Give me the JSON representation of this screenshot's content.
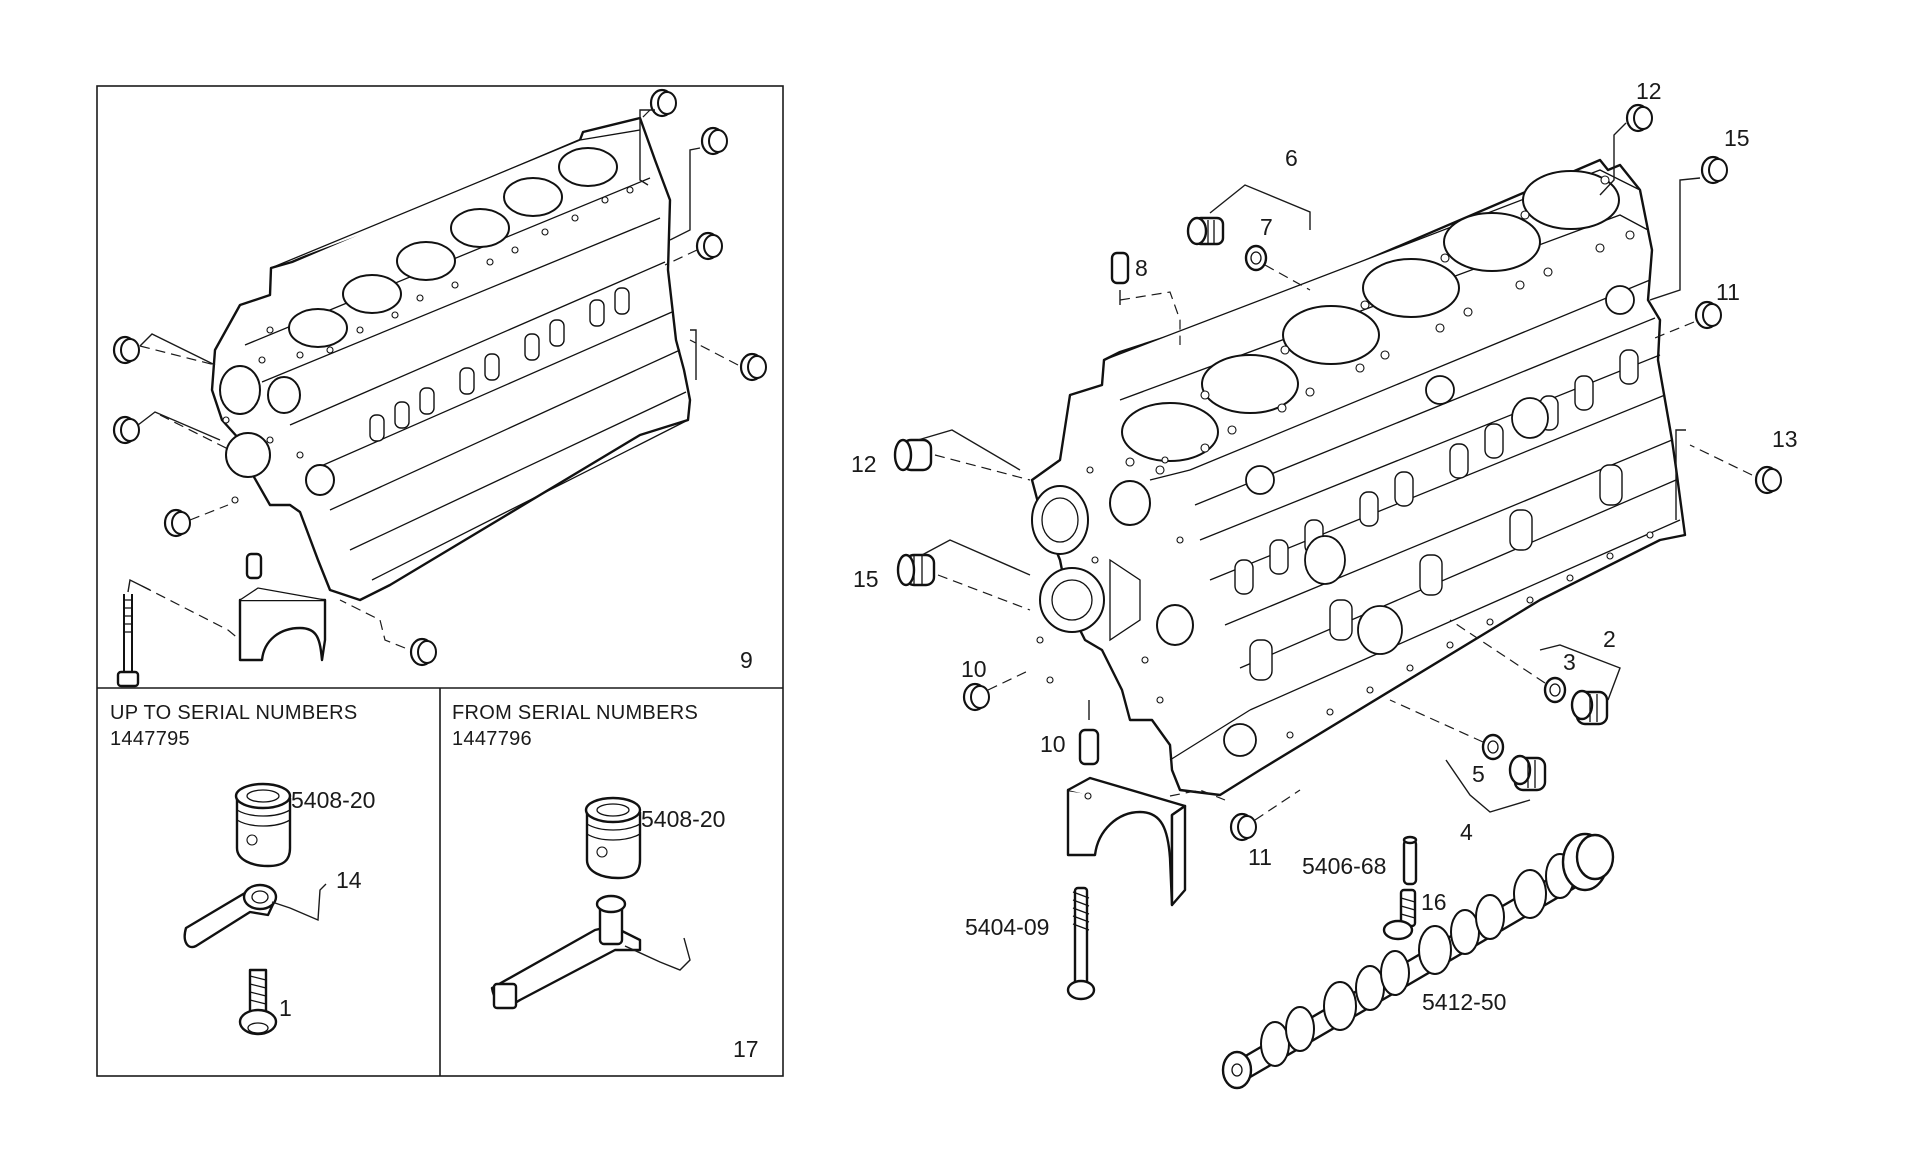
{
  "diagram": {
    "panel_left": {
      "top_callout": "9",
      "bottom_left": {
        "header_line1": "UP TO SERIAL NUMBERS",
        "header_line2": "1447795",
        "callouts": [
          "5408-20",
          "14",
          "1"
        ]
      },
      "bottom_right": {
        "header_line1": "FROM SERIAL NUMBERS",
        "header_line2": "1447796",
        "callouts": [
          "5408-20",
          "17"
        ]
      }
    },
    "main": {
      "callouts": {
        "c12_top": "12",
        "c15_top": "15",
        "c6": "6",
        "c7": "7",
        "c8": "8",
        "c11_right": "11",
        "c13": "13",
        "c12_left": "12",
        "c15_left": "15",
        "c2": "2",
        "c3": "3",
        "c10_left": "10",
        "c10_mid": "10",
        "c5": "5",
        "c4": "4",
        "c11_bottom": "11",
        "c5406_68": "5406-68",
        "c16": "16",
        "c5404_09": "5404-09",
        "c5412_50": "5412-50"
      }
    }
  }
}
